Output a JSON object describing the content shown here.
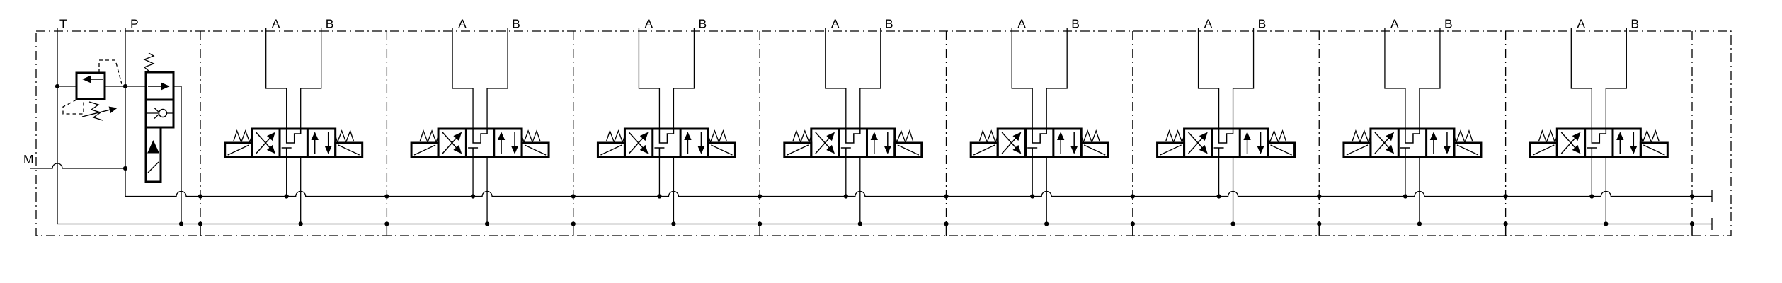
{
  "schematic": {
    "background_color": "#ffffff",
    "line_color": "#000000",
    "port_labels": {
      "tank": "T",
      "pressure": "P",
      "gauge": "M"
    },
    "valve_sections": [
      {
        "port_a_label": "A",
        "port_b_label": "B"
      },
      {
        "port_a_label": "A",
        "port_b_label": "B"
      },
      {
        "port_a_label": "A",
        "port_b_label": "B"
      },
      {
        "port_a_label": "A",
        "port_b_label": "B"
      },
      {
        "port_a_label": "A",
        "port_b_label": "B"
      },
      {
        "port_a_label": "A",
        "port_b_label": "B"
      },
      {
        "port_a_label": "A",
        "port_b_label": "B"
      },
      {
        "port_a_label": "A",
        "port_b_label": "B"
      }
    ],
    "components": {
      "relief_valve": "pilot-operated-relief-valve-icon",
      "unloading_valve": "solenoid-unloading-valve-icon",
      "directional_valve": "4-3-solenoid-directional-valve-icon"
    }
  }
}
